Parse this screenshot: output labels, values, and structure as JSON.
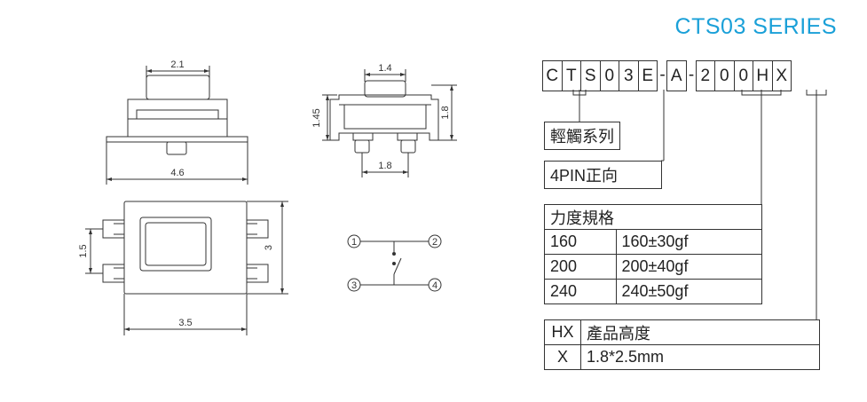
{
  "title": "CTS03  SERIES",
  "part_code": [
    "C",
    "T",
    "S",
    "0",
    "3",
    "E",
    "-",
    "A",
    "-",
    "2",
    "0",
    "0",
    "H",
    "X"
  ],
  "dims": {
    "side_top": "2.1",
    "side_bottom": "4.6",
    "front_top": "1.4",
    "front_left": "1.45",
    "front_right": "1.8",
    "front_bottom": "1.8",
    "top_left": "1.5",
    "top_right": "3",
    "top_bottom": "3.5"
  },
  "pins": [
    "1",
    "2",
    "3",
    "4"
  ],
  "series_box": "輕觸系列",
  "pin_box": "4PIN正向",
  "force": {
    "header": "力度規格",
    "rows": [
      {
        "code": "160",
        "value": "160±30gf"
      },
      {
        "code": "200",
        "value": "200±40gf"
      },
      {
        "code": "240",
        "value": "240±50gf"
      }
    ]
  },
  "height": {
    "header_code": "HX",
    "header_label": "產品高度",
    "code": "X",
    "value": "1.8*2.5mm"
  }
}
